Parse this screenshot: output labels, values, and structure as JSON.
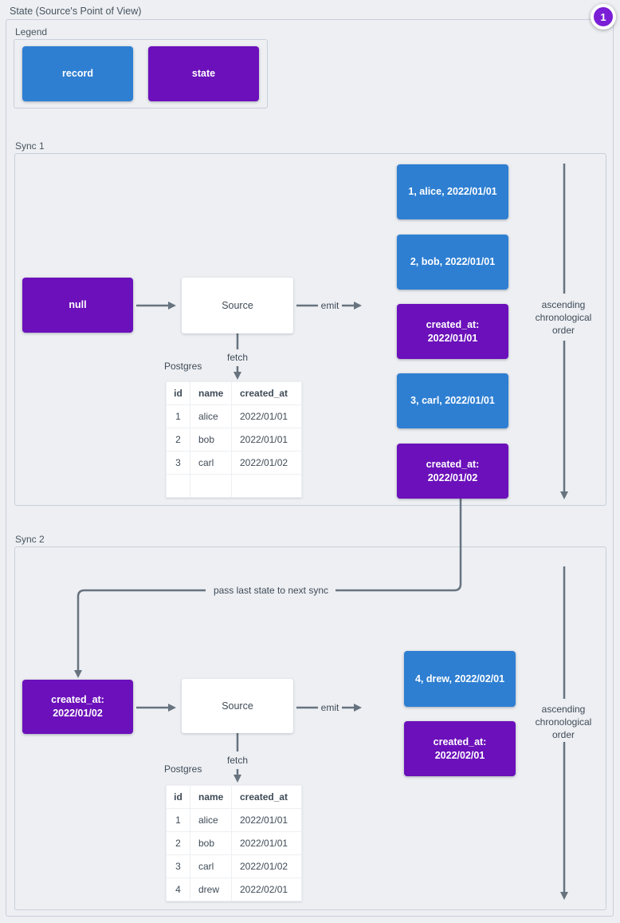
{
  "page": {
    "title": "State (Source's Point of View)",
    "badge_number": "1"
  },
  "colors": {
    "record_blue": "#2e7fd2",
    "state_purple": "#6b10ba",
    "badge_purple": "#7b1fd6",
    "connector_gray": "#67737f",
    "text_dark": "#3f4b57",
    "background": "#edeff3"
  },
  "legend": {
    "label": "Legend",
    "record_label": "record",
    "state_label": "state"
  },
  "sync1": {
    "label": "Sync 1",
    "input_state": "null",
    "source": "Source",
    "emit": "emit",
    "fetch": "fetch",
    "db": "Postgres",
    "order_note": "ascending chronological order",
    "emitted": [
      {
        "kind": "record",
        "line1": "1, alice, 2022/01/01"
      },
      {
        "kind": "record",
        "line1": "2, bob, 2022/01/01"
      },
      {
        "kind": "state",
        "line1": "created_at:",
        "line2": "2022/01/01"
      },
      {
        "kind": "record",
        "line1": "3, carl, 2022/01/01"
      },
      {
        "kind": "state",
        "line1": "created_at:",
        "line2": "2022/01/02"
      }
    ],
    "table": {
      "headers": [
        "id",
        "name",
        "created_at"
      ],
      "rows": [
        [
          "1",
          "alice",
          "2022/01/01"
        ],
        [
          "2",
          "bob",
          "2022/01/01"
        ],
        [
          "3",
          "carl",
          "2022/01/02"
        ],
        [
          "",
          "",
          ""
        ]
      ]
    }
  },
  "sync2": {
    "label": "Sync 2",
    "pass_note": "pass last state to next sync",
    "input_state": {
      "line1": "created_at:",
      "line2": "2022/01/02"
    },
    "source": "Source",
    "emit": "emit",
    "fetch": "fetch",
    "db": "Postgres",
    "order_note": "ascending chronological order",
    "emitted": [
      {
        "kind": "record",
        "line1": "4, drew, 2022/02/01"
      },
      {
        "kind": "state",
        "line1": "created_at:",
        "line2": "2022/02/01"
      }
    ],
    "table": {
      "headers": [
        "id",
        "name",
        "created_at"
      ],
      "rows": [
        [
          "1",
          "alice",
          "2022/01/01"
        ],
        [
          "2",
          "bob",
          "2022/01/01"
        ],
        [
          "3",
          "carl",
          "2022/01/02"
        ],
        [
          "4",
          "drew",
          "2022/02/01"
        ]
      ]
    }
  }
}
